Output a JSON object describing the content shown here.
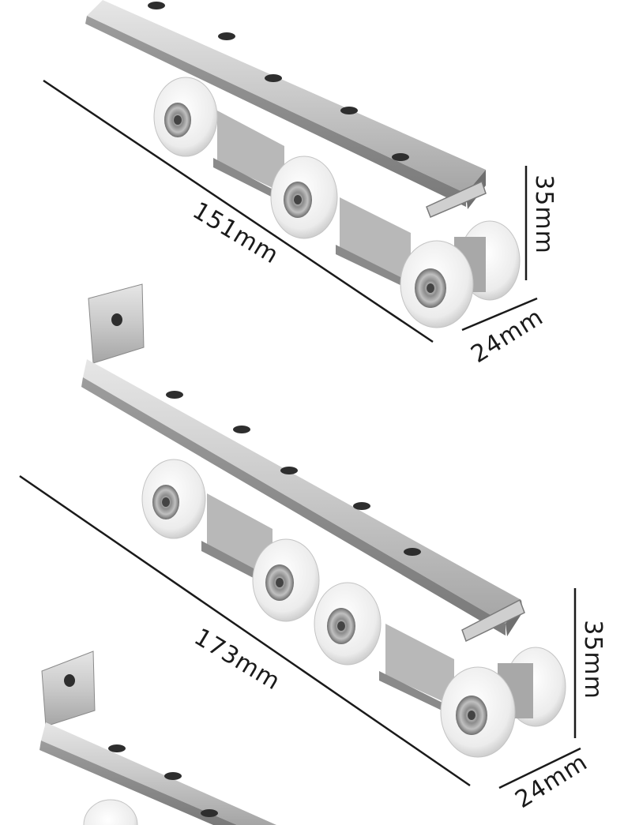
{
  "dimensions": {
    "top_assembly": {
      "length": "151mm",
      "height": "35mm",
      "width": "24mm"
    },
    "middle_assembly": {
      "length": "173mm",
      "height": "35mm",
      "width": "24mm"
    }
  },
  "colors": {
    "steel_light": "#d9d9d9",
    "steel_mid": "#b5b5b5",
    "steel_dark": "#8a8a8a",
    "wheel": "#f2f2f2",
    "bearing": "#9a9a9a",
    "line": "#1a1a1a"
  },
  "icons": [
    "roller-wheel-icon",
    "mounting-bracket-icon"
  ]
}
